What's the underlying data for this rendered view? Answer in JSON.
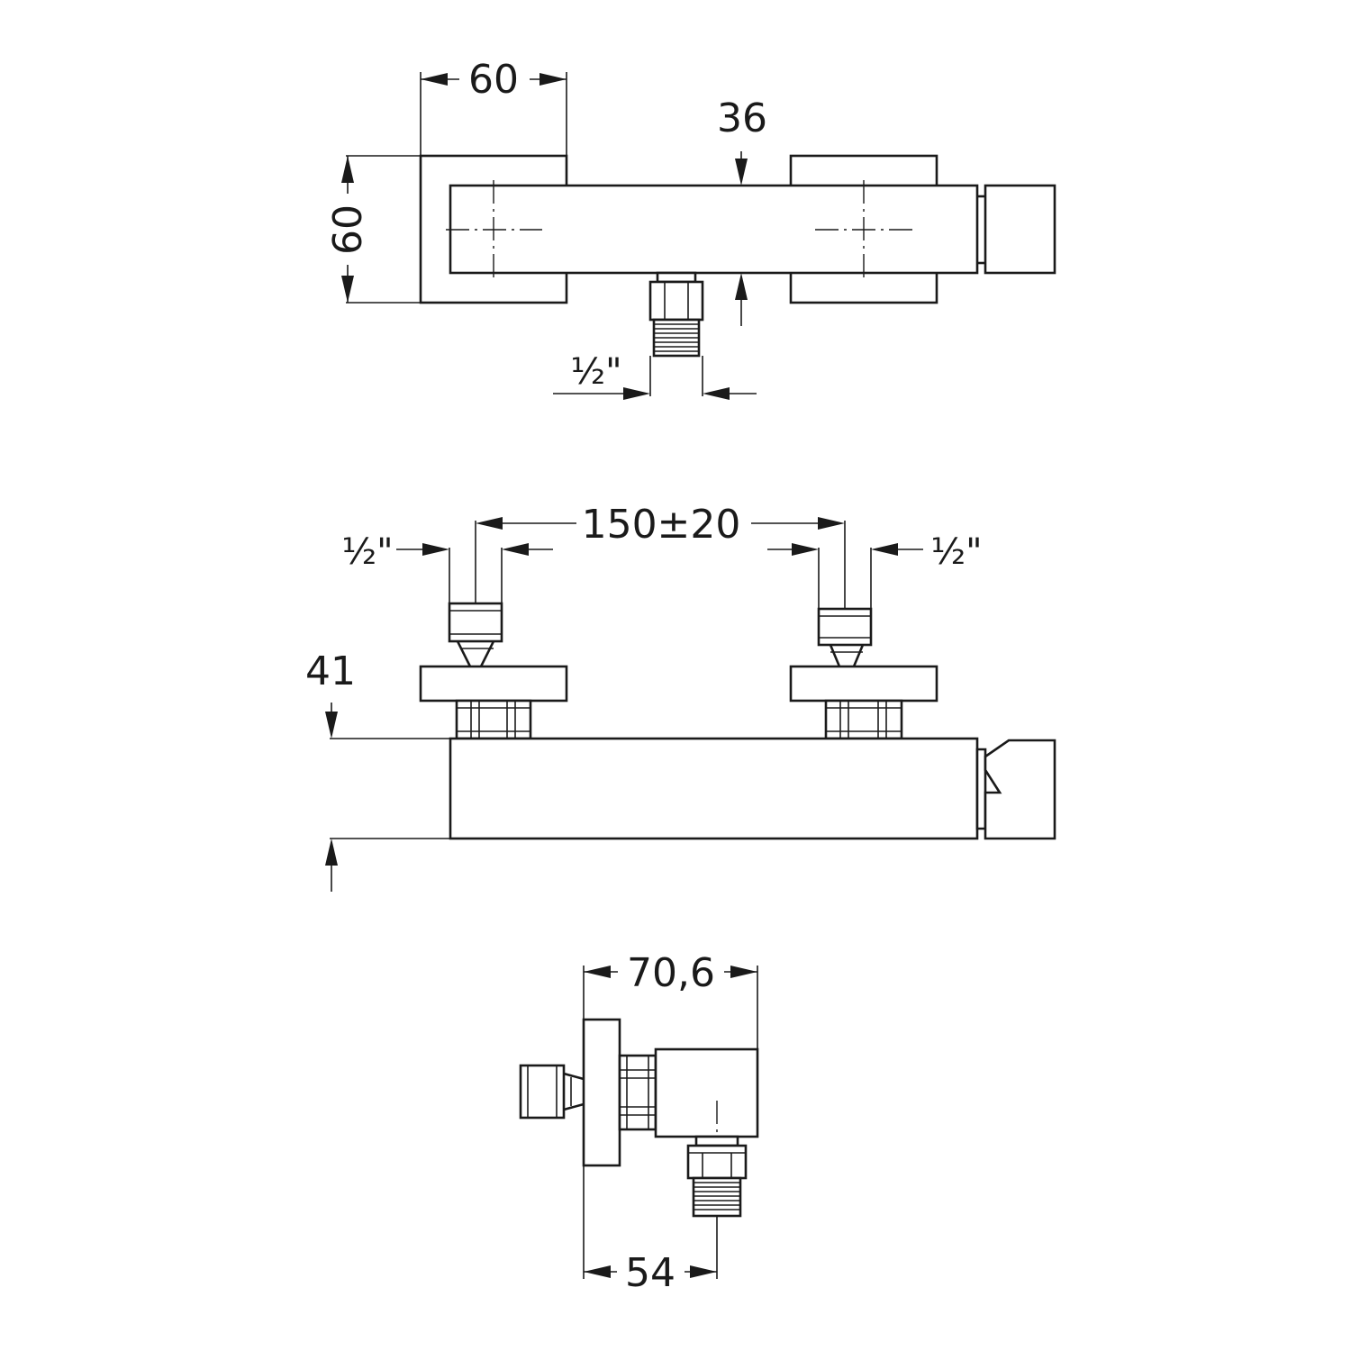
{
  "dimensions": {
    "top_view": {
      "mount_width": "60",
      "mount_height": "60",
      "body_depth": "36",
      "outlet_thread": "½\""
    },
    "front_view": {
      "inlet_spacing": "150±20",
      "left_inlet_thread": "½\"",
      "right_inlet_thread": "½\"",
      "body_height": "41"
    },
    "side_view": {
      "total_depth": "70,6",
      "outlet_offset": "54"
    }
  },
  "colors": {
    "line": "#1a1a1a",
    "background": "#ffffff"
  }
}
